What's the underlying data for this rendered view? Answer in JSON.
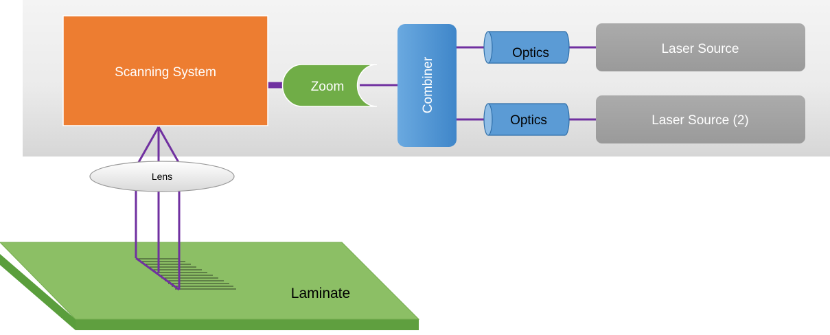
{
  "diagram": {
    "components": {
      "scanning_system": "Scanning System",
      "zoom": "Zoom",
      "combiner": "Combiner",
      "optics_1": "Optics",
      "optics_2": "Optics",
      "laser_source_1": "Laser Source",
      "laser_source_2": "Laser Source (2)",
      "lens": "Lens",
      "laminate": "Laminate"
    },
    "colors": {
      "panel": "#e4e4e4",
      "scanning_fill": "#ed7d31",
      "zoom_fill": "#70ad47",
      "combiner_fill": "#5b9bd5",
      "optics_fill": "#5b9bd5",
      "laser_fill": "#a5a5a5",
      "beam": "#7030a0",
      "laminate_top": "#8cbf65",
      "laminate_side": "#5a9e3c"
    }
  }
}
